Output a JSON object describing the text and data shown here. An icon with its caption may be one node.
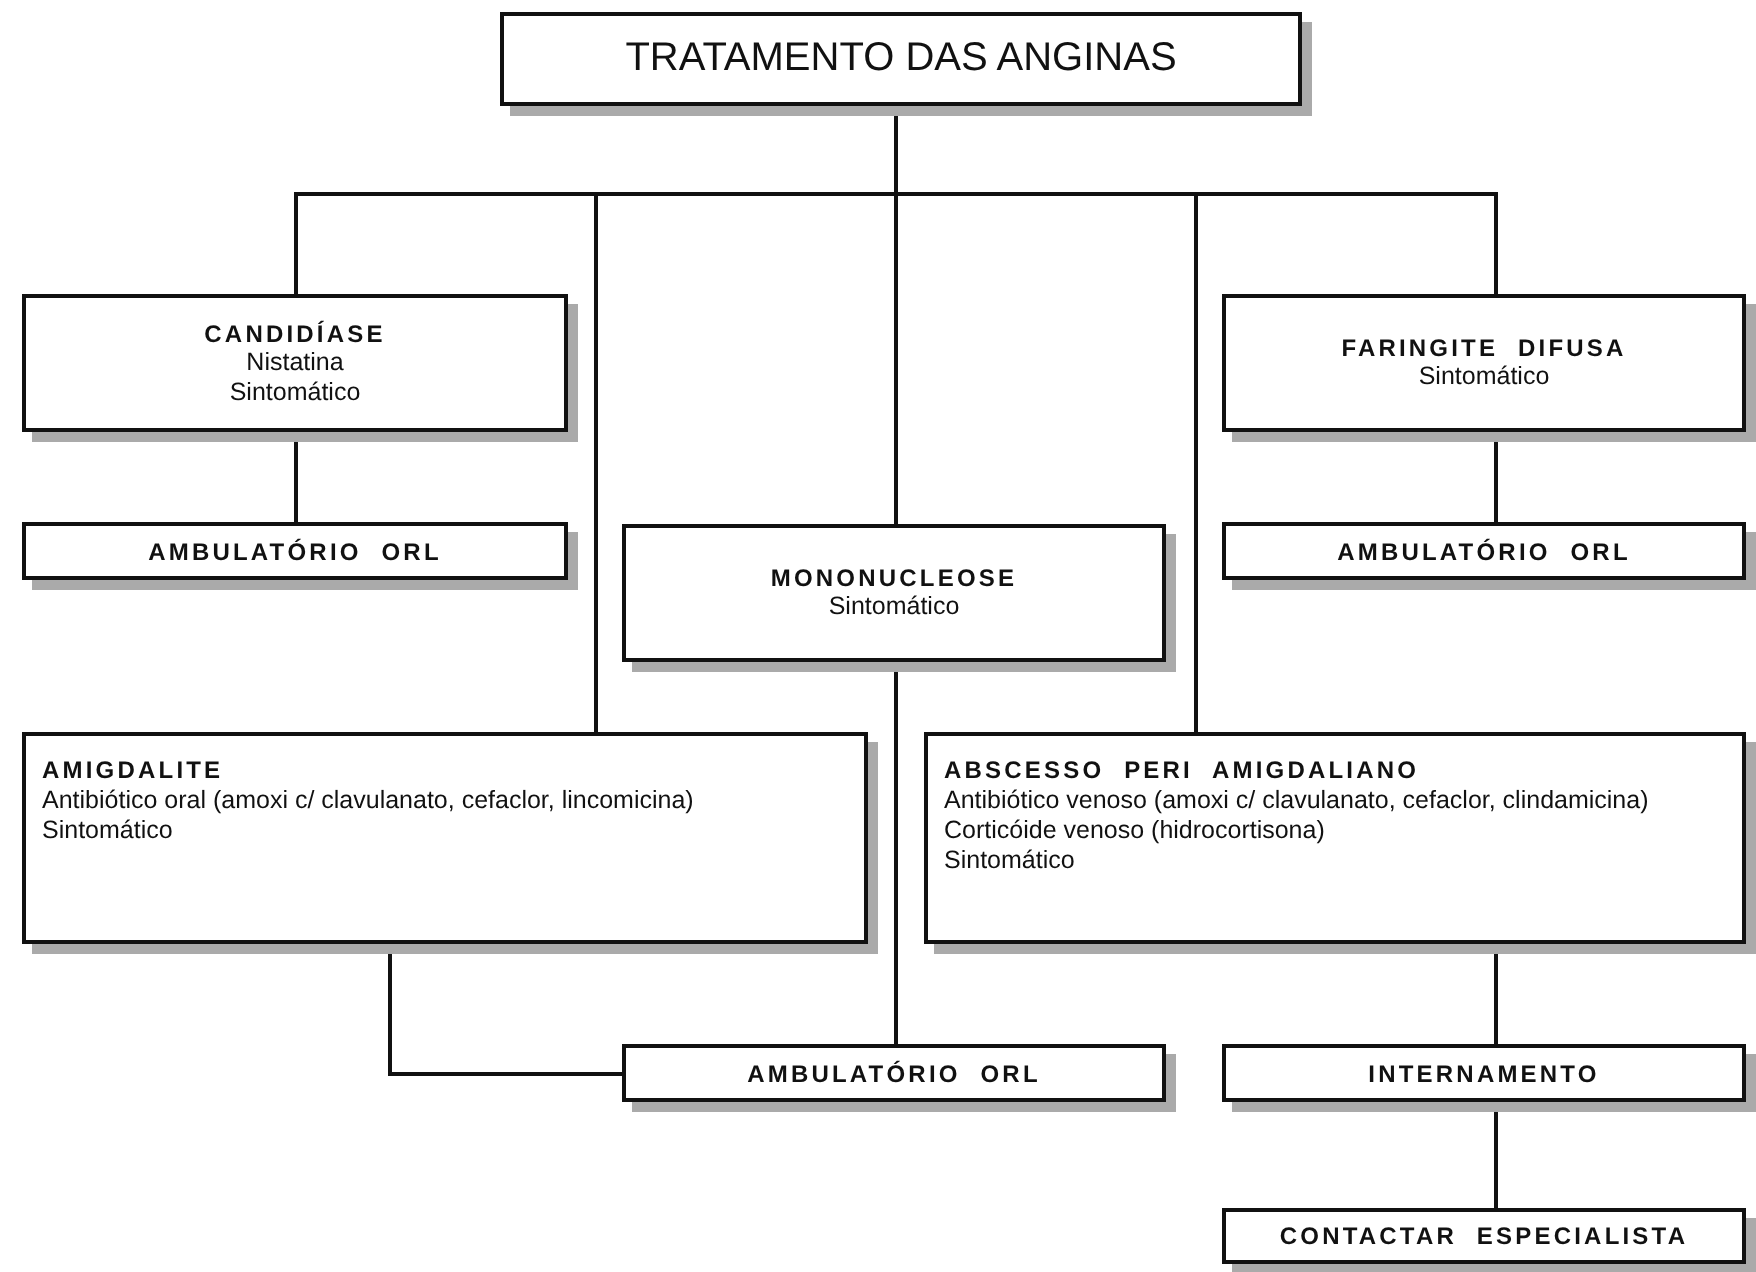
{
  "diagram": {
    "nodes": [
      {
        "text": [
          "TRATAMENTO DAS ANGINAS"
        ]
      },
      {
        "text": [
          "CANDIDÍASE",
          "Nistatina",
          "Sintomático"
        ]
      },
      {
        "text": [
          "FARINGITE DIFUSA",
          "Sintomático"
        ]
      },
      {
        "text": [
          "AMBULATÓRIO ORL"
        ]
      },
      {
        "text": [
          "MONONUCLEOSE",
          "Sintomático"
        ]
      },
      {
        "text": [
          "AMBULATÓRIO ORL"
        ]
      },
      {
        "text": [
          "AMIGDALITE",
          "Antibiótico oral (amoxi c/ clavulanato, cefaclor, lincomicina)",
          "Sintomático"
        ]
      },
      {
        "text": [
          "ABSCESSO PERI AMIGDALIANO",
          "Antibiótico venoso (amoxi c/ clavulanato, cefaclor, clindamicina)",
          "Corticóide venoso (hidrocortisona)",
          "Sintomático"
        ]
      },
      {
        "text": [
          "AMBULATÓRIO ORL"
        ]
      },
      {
        "text": [
          "INTERNAMENTO"
        ]
      },
      {
        "text": [
          "CONTACTAR ESPECIALISTA"
        ]
      }
    ],
    "edges": [
      {
        "from": 0,
        "to": 1,
        "arrow": "none"
      },
      {
        "from": 0,
        "to": 6,
        "arrow": "none"
      },
      {
        "from": 0,
        "to": 4,
        "arrow": "none"
      },
      {
        "from": 0,
        "to": 7,
        "arrow": "none"
      },
      {
        "from": 0,
        "to": 2,
        "arrow": "none"
      },
      {
        "from": 1,
        "to": 3,
        "arrow": "none"
      },
      {
        "from": 2,
        "to": 5,
        "arrow": "none"
      },
      {
        "from": 4,
        "to": 8,
        "arrow": "none"
      },
      {
        "from": 6,
        "to": 8,
        "arrow": "none"
      },
      {
        "from": 7,
        "to": 9,
        "arrow": "none"
      },
      {
        "from": 9,
        "to": 10,
        "arrow": "none"
      }
    ]
  }
}
